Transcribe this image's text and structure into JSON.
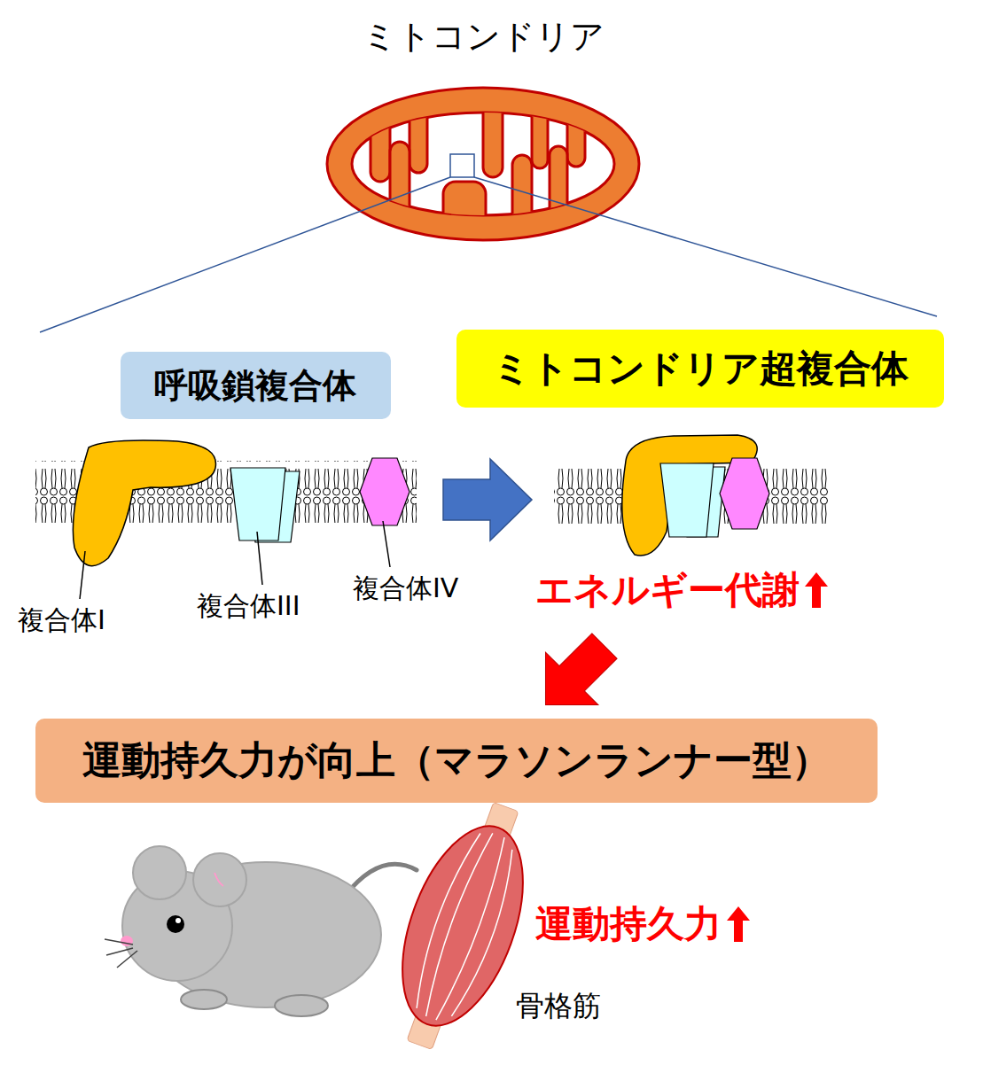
{
  "diagram": {
    "title": "ミトコンドリア",
    "nodes": [
      {
        "text": [
          "呼吸鎖複合体"
        ]
      },
      {
        "text": [
          "ミトコンドリア超複合体"
        ]
      },
      {
        "text": [
          "運動持久力が向上（マラソンランナー型）"
        ]
      }
    ],
    "labels": [
      "複合体I",
      "複合体III",
      "複合体IV",
      "エネルギー代謝",
      "運動持久力",
      "骨格筋"
    ]
  }
}
